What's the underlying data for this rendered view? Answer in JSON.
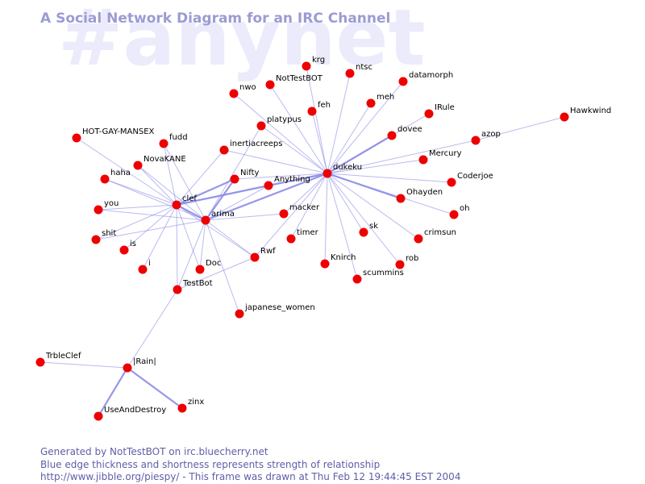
{
  "watermark": "#anynet",
  "title": "A Social Network Diagram for an IRC Channel",
  "footer": {
    "line1": "Generated by NotTestBOT on irc.bluecherry.net",
    "line2": "Blue edge thickness and shortness represents strength of relationship",
    "line3": "http://www.jibble.org/piespy/ - This frame was drawn at Thu Feb 12 19:44:45 EST 2004"
  },
  "colors": {
    "node": "#ee0000",
    "edge": "#8c8ce8",
    "title": "#9b9bd3",
    "footer": "#5e5ea8",
    "watermark": "#ebebfb"
  },
  "nodes": [
    {
      "id": "HOT-GAY-MANSEX",
      "label": "HOT-GAY-MANSEX"
    },
    {
      "id": "fudd",
      "label": "fudd"
    },
    {
      "id": "NovaKANE",
      "label": "NovaKANE"
    },
    {
      "id": "haha",
      "label": "haha"
    },
    {
      "id": "clef",
      "label": "clef"
    },
    {
      "id": "you",
      "label": "you"
    },
    {
      "id": "shit",
      "label": "shit"
    },
    {
      "id": "is",
      "label": "is"
    },
    {
      "id": "i",
      "label": "i"
    },
    {
      "id": "Doc",
      "label": "Doc"
    },
    {
      "id": "TestBot",
      "label": "TestBot"
    },
    {
      "id": "arima",
      "label": "arima"
    },
    {
      "id": "Nifty",
      "label": "Nifty"
    },
    {
      "id": "inertiacreeps",
      "label": "inertiacreeps"
    },
    {
      "id": "Anything",
      "label": "Anything"
    },
    {
      "id": "macker",
      "label": "macker"
    },
    {
      "id": "timer",
      "label": "timer"
    },
    {
      "id": "Rwf",
      "label": "Rwf"
    },
    {
      "id": "japanese_women",
      "label": "japanese_women"
    },
    {
      "id": "nwo",
      "label": "nwo"
    },
    {
      "id": "NotTestBOT",
      "label": "NotTestBOT"
    },
    {
      "id": "krg",
      "label": "krg"
    },
    {
      "id": "ntsc",
      "label": "ntsc"
    },
    {
      "id": "platypus",
      "label": "platypus"
    },
    {
      "id": "feh",
      "label": "feh"
    },
    {
      "id": "datamorph",
      "label": "datamorph"
    },
    {
      "id": "meh",
      "label": "meh"
    },
    {
      "id": "IRule",
      "label": "IRule"
    },
    {
      "id": "dovee",
      "label": "dovee"
    },
    {
      "id": "Hawkwind",
      "label": "Hawkwind"
    },
    {
      "id": "azop",
      "label": "azop"
    },
    {
      "id": "Mercury",
      "label": "Mercury"
    },
    {
      "id": "dukeku",
      "label": "dukeku"
    },
    {
      "id": "Coderjoe",
      "label": "Coderjoe"
    },
    {
      "id": "Ohayden",
      "label": "Ohayden"
    },
    {
      "id": "oh",
      "label": "oh"
    },
    {
      "id": "sk",
      "label": "sk"
    },
    {
      "id": "crimsun",
      "label": "crimsun"
    },
    {
      "id": "Knirch",
      "label": "Knirch"
    },
    {
      "id": "rob",
      "label": "rob"
    },
    {
      "id": "scummins",
      "label": "scummins"
    },
    {
      "id": "TrbleClef",
      "label": "TrbleClef"
    },
    {
      "id": "Rain",
      "label": "|Rain|"
    },
    {
      "id": "zinx",
      "label": "zinx"
    },
    {
      "id": "UseAndDestroy",
      "label": "UseAndDestroy"
    }
  ],
  "edges": [
    {
      "from": "clef",
      "to": "HOT-GAY-MANSEX",
      "weight": 1
    },
    {
      "from": "clef",
      "to": "fudd",
      "weight": 1
    },
    {
      "from": "clef",
      "to": "NovaKANE",
      "weight": 1
    },
    {
      "from": "clef",
      "to": "haha",
      "weight": 1
    },
    {
      "from": "clef",
      "to": "you",
      "weight": 1
    },
    {
      "from": "clef",
      "to": "shit",
      "weight": 1
    },
    {
      "from": "clef",
      "to": "is",
      "weight": 1
    },
    {
      "from": "clef",
      "to": "i",
      "weight": 1
    },
    {
      "from": "clef",
      "to": "Doc",
      "weight": 1
    },
    {
      "from": "clef",
      "to": "TestBot",
      "weight": 1
    },
    {
      "from": "clef",
      "to": "arima",
      "weight": 2
    },
    {
      "from": "clef",
      "to": "Nifty",
      "weight": 2
    },
    {
      "from": "clef",
      "to": "inertiacreeps",
      "weight": 1
    },
    {
      "from": "clef",
      "to": "Anything",
      "weight": 2
    },
    {
      "from": "clef",
      "to": "dukeku",
      "weight": 1
    },
    {
      "from": "clef",
      "to": "Rwf",
      "weight": 1
    },
    {
      "from": "arima",
      "to": "NovaKANE",
      "weight": 1
    },
    {
      "from": "arima",
      "to": "fudd",
      "weight": 1
    },
    {
      "from": "arima",
      "to": "haha",
      "weight": 1
    },
    {
      "from": "arima",
      "to": "you",
      "weight": 1
    },
    {
      "from": "arima",
      "to": "shit",
      "weight": 1
    },
    {
      "from": "arima",
      "to": "Doc",
      "weight": 1
    },
    {
      "from": "arima",
      "to": "TestBot",
      "weight": 1
    },
    {
      "from": "arima",
      "to": "Nifty",
      "weight": 2
    },
    {
      "from": "arima",
      "to": "Anything",
      "weight": 1
    },
    {
      "from": "arima",
      "to": "macker",
      "weight": 1
    },
    {
      "from": "arima",
      "to": "Rwf",
      "weight": 1
    },
    {
      "from": "arima",
      "to": "japanese_women",
      "weight": 1
    },
    {
      "from": "arima",
      "to": "dukeku",
      "weight": 2
    },
    {
      "from": "arima",
      "to": "platypus",
      "weight": 1
    },
    {
      "from": "TestBot",
      "to": "Rwf",
      "weight": 1
    },
    {
      "from": "TestBot",
      "to": "Rain",
      "weight": 1
    },
    {
      "from": "Rain",
      "to": "TrbleClef",
      "weight": 1
    },
    {
      "from": "Rain",
      "to": "zinx",
      "weight": 2
    },
    {
      "from": "Rain",
      "to": "UseAndDestroy",
      "weight": 2
    },
    {
      "from": "dukeku",
      "to": "nwo",
      "weight": 1
    },
    {
      "from": "dukeku",
      "to": "NotTestBOT",
      "weight": 1
    },
    {
      "from": "dukeku",
      "to": "krg",
      "weight": 1
    },
    {
      "from": "dukeku",
      "to": "ntsc",
      "weight": 1
    },
    {
      "from": "dukeku",
      "to": "platypus",
      "weight": 1
    },
    {
      "from": "dukeku",
      "to": "feh",
      "weight": 1
    },
    {
      "from": "dukeku",
      "to": "datamorph",
      "weight": 1
    },
    {
      "from": "dukeku",
      "to": "meh",
      "weight": 1
    },
    {
      "from": "dukeku",
      "to": "IRule",
      "weight": 1
    },
    {
      "from": "dukeku",
      "to": "dovee",
      "weight": 2
    },
    {
      "from": "dukeku",
      "to": "azop",
      "weight": 1
    },
    {
      "from": "dukeku",
      "to": "Mercury",
      "weight": 1
    },
    {
      "from": "dukeku",
      "to": "Coderjoe",
      "weight": 1
    },
    {
      "from": "dukeku",
      "to": "Ohayden",
      "weight": 2
    },
    {
      "from": "dukeku",
      "to": "oh",
      "weight": 1
    },
    {
      "from": "dukeku",
      "to": "sk",
      "weight": 1
    },
    {
      "from": "dukeku",
      "to": "crimsun",
      "weight": 1
    },
    {
      "from": "dukeku",
      "to": "Knirch",
      "weight": 1
    },
    {
      "from": "dukeku",
      "to": "rob",
      "weight": 1
    },
    {
      "from": "dukeku",
      "to": "scummins",
      "weight": 1
    },
    {
      "from": "dukeku",
      "to": "macker",
      "weight": 1
    },
    {
      "from": "dukeku",
      "to": "timer",
      "weight": 1
    },
    {
      "from": "dukeku",
      "to": "Rwf",
      "weight": 1
    },
    {
      "from": "dukeku",
      "to": "Anything",
      "weight": 2
    },
    {
      "from": "dukeku",
      "to": "Nifty",
      "weight": 1
    },
    {
      "from": "dukeku",
      "to": "inertiacreeps",
      "weight": 1
    },
    {
      "from": "azop",
      "to": "Hawkwind",
      "weight": 1
    }
  ]
}
